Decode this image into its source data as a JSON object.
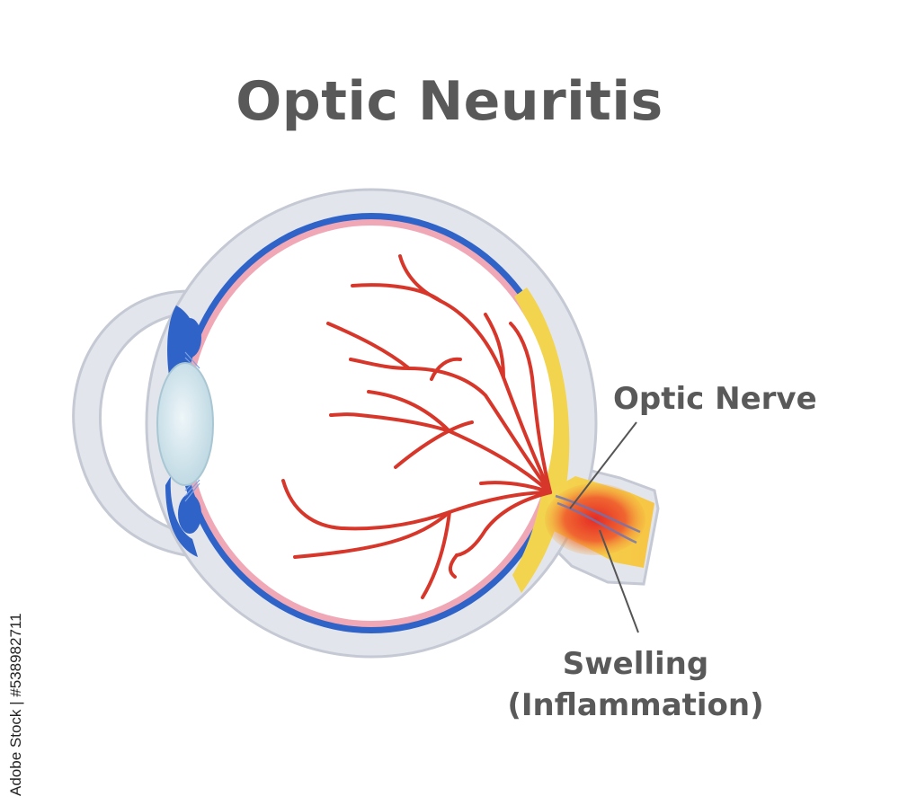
{
  "title": "Optic Neuritis",
  "labels": {
    "optic_nerve": "Optic Nerve",
    "swelling_line1": "Swelling",
    "swelling_line2": "(Inflammation)"
  },
  "watermark_id": "Adobe Stock | #538982711",
  "colors": {
    "title_text": "#595959",
    "sclera": "#e3e5ec",
    "sclera_edge": "#c5c9d3",
    "choroid": "#2f63c8",
    "retina": "#f0a8b6",
    "vessel": "#d7372b",
    "lens": "#cfe4ee",
    "optic_disc": "#f2d44f",
    "inflammation": "#e8352a"
  }
}
